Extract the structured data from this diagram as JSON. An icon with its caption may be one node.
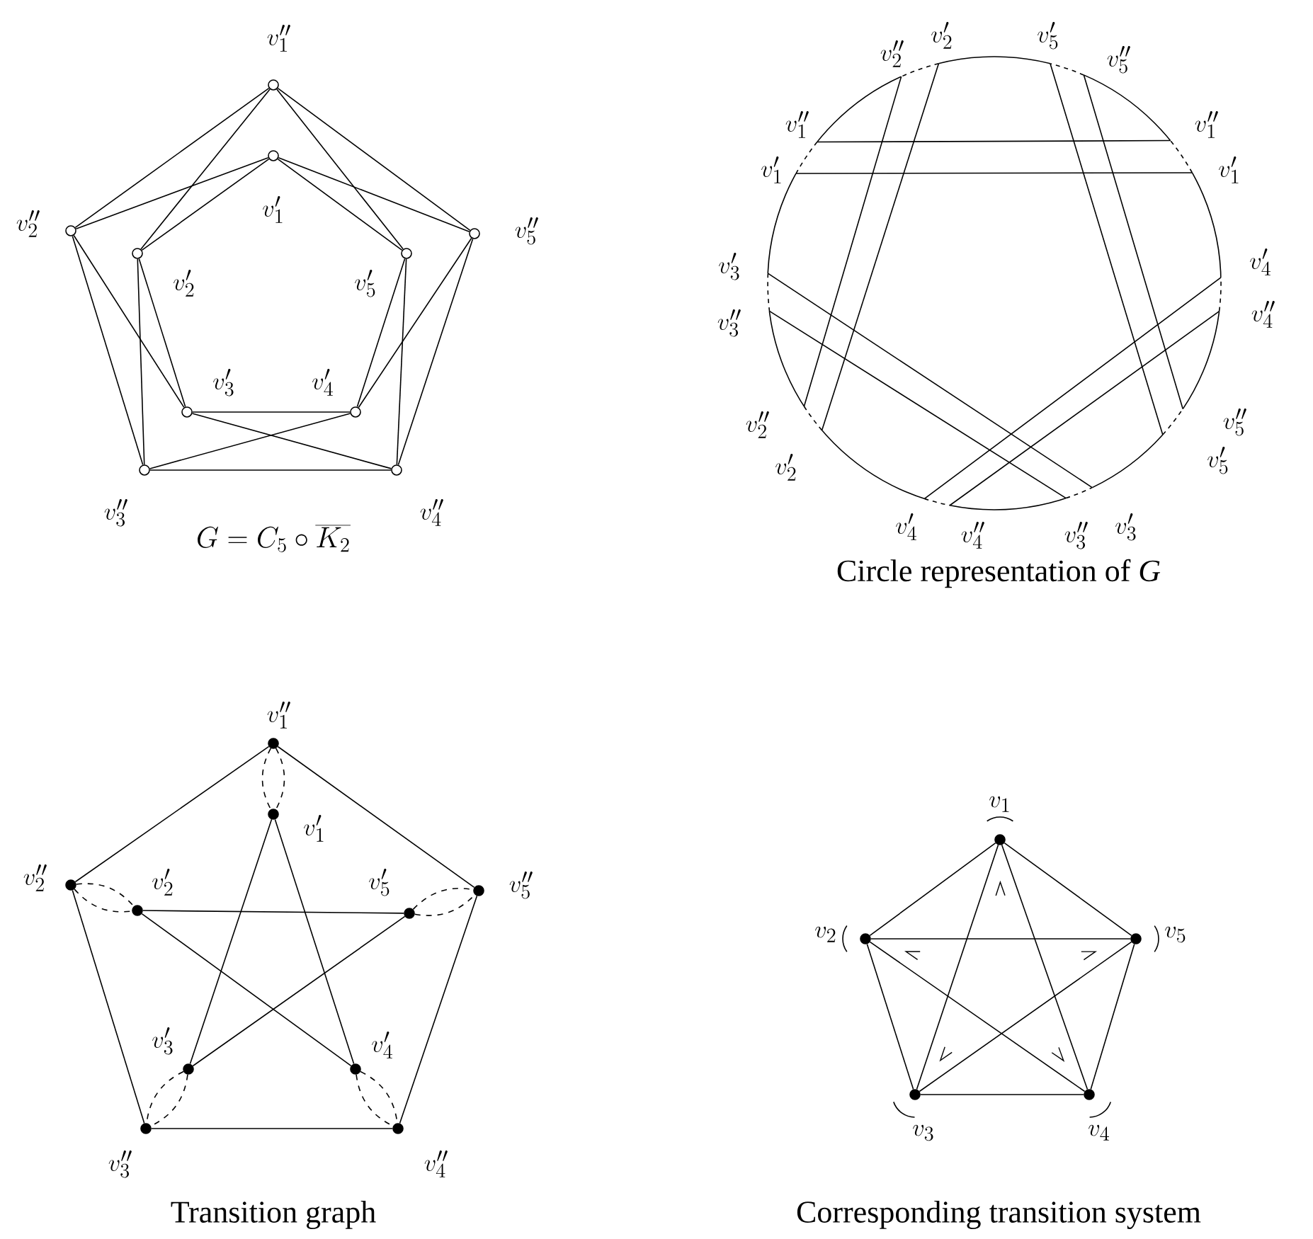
{
  "diagram": {
    "nodes": [
      {
        "text": [],
        "shape": "circle",
        "beside": [
          "v_1''"
        ]
      },
      {
        "text": [],
        "shape": "circle",
        "beside": [
          "v_1'"
        ]
      },
      {
        "text": [],
        "shape": "circle",
        "beside": [
          "v_2''"
        ]
      },
      {
        "text": [],
        "shape": "circle",
        "beside": [
          "v_2'"
        ]
      },
      {
        "text": [],
        "shape": "circle",
        "beside": [
          "v_5'"
        ]
      },
      {
        "text": [],
        "shape": "circle",
        "beside": [
          "v_5''"
        ]
      },
      {
        "text": [],
        "shape": "circle",
        "beside": [
          "v_3'"
        ]
      },
      {
        "text": [],
        "shape": "circle",
        "beside": [
          "v_4'"
        ]
      },
      {
        "text": [],
        "shape": "circle",
        "beside": [
          "v_3''"
        ]
      },
      {
        "text": [],
        "shape": "circle",
        "beside": [
          "v_4''"
        ]
      },
      {
        "text": [],
        "shape": "dot",
        "beside": [
          "v_1''"
        ]
      },
      {
        "text": [],
        "shape": "dot",
        "beside": [
          "v_1'"
        ]
      },
      {
        "text": [],
        "shape": "dot",
        "beside": [
          "v_2''"
        ]
      },
      {
        "text": [],
        "shape": "dot",
        "beside": [
          "v_2'"
        ]
      },
      {
        "text": [],
        "shape": "dot",
        "beside": [
          "v_5'"
        ]
      },
      {
        "text": [],
        "shape": "dot",
        "beside": [
          "v_5''"
        ]
      },
      {
        "text": [],
        "shape": "dot",
        "beside": [
          "v_3'"
        ]
      },
      {
        "text": [],
        "shape": "dot",
        "beside": [
          "v_4'"
        ]
      },
      {
        "text": [],
        "shape": "dot",
        "beside": [
          "v_3''"
        ]
      },
      {
        "text": [],
        "shape": "dot",
        "beside": [
          "v_4''"
        ]
      },
      {
        "text": [],
        "shape": "dot",
        "beside": [
          "v_1"
        ]
      },
      {
        "text": [],
        "shape": "dot",
        "beside": [
          "v_2"
        ]
      },
      {
        "text": [],
        "shape": "dot",
        "beside": [
          "v_5"
        ]
      },
      {
        "text": [],
        "shape": "dot",
        "beside": [
          "v_3"
        ]
      },
      {
        "text": [],
        "shape": "dot",
        "beside": [
          "v_4"
        ]
      }
    ],
    "edges": [
      {
        "from": 0,
        "to": 2,
        "arrow": "none"
      },
      {
        "from": 0,
        "to": 5,
        "arrow": "none"
      },
      {
        "from": 2,
        "to": 8,
        "arrow": "none"
      },
      {
        "from": 5,
        "to": 9,
        "arrow": "none"
      },
      {
        "from": 8,
        "to": 9,
        "arrow": "none"
      },
      {
        "from": 1,
        "to": 3,
        "arrow": "none"
      },
      {
        "from": 1,
        "to": 4,
        "arrow": "none"
      },
      {
        "from": 3,
        "to": 6,
        "arrow": "none"
      },
      {
        "from": 6,
        "to": 7,
        "arrow": "none"
      },
      {
        "from": 7,
        "to": 4,
        "arrow": "none"
      },
      {
        "from": 0,
        "to": 3,
        "arrow": "none"
      },
      {
        "from": 0,
        "to": 4,
        "arrow": "none"
      },
      {
        "from": 1,
        "to": 2,
        "arrow": "none"
      },
      {
        "from": 1,
        "to": 5,
        "arrow": "none"
      },
      {
        "from": 2,
        "to": 6,
        "arrow": "none"
      },
      {
        "from": 3,
        "to": 8,
        "arrow": "none"
      },
      {
        "from": 5,
        "to": 7,
        "arrow": "none"
      },
      {
        "from": 4,
        "to": 9,
        "arrow": "none"
      },
      {
        "from": 6,
        "to": 9,
        "arrow": "none"
      },
      {
        "from": 7,
        "to": 8,
        "arrow": "none"
      },
      {
        "from": 10,
        "to": 12,
        "arrow": "none"
      },
      {
        "from": 10,
        "to": 15,
        "arrow": "none"
      },
      {
        "from": 12,
        "to": 18,
        "arrow": "none"
      },
      {
        "from": 15,
        "to": 19,
        "arrow": "none"
      },
      {
        "from": 18,
        "to": 19,
        "arrow": "none"
      },
      {
        "from": 11,
        "to": 16,
        "arrow": "none"
      },
      {
        "from": 11,
        "to": 17,
        "arrow": "none"
      },
      {
        "from": 13,
        "to": 14,
        "arrow": "none"
      },
      {
        "from": 13,
        "to": 17,
        "arrow": "none"
      },
      {
        "from": 14,
        "to": 16,
        "arrow": "none"
      },
      {
        "from": 10,
        "to": 11,
        "arrow": "none",
        "style": "dashed"
      },
      {
        "from": 10,
        "to": 11,
        "arrow": "none",
        "style": "dashed"
      },
      {
        "from": 12,
        "to": 13,
        "arrow": "none",
        "style": "dashed"
      },
      {
        "from": 12,
        "to": 13,
        "arrow": "none",
        "style": "dashed"
      },
      {
        "from": 14,
        "to": 15,
        "arrow": "none",
        "style": "dashed"
      },
      {
        "from": 14,
        "to": 15,
        "arrow": "none",
        "style": "dashed"
      },
      {
        "from": 16,
        "to": 18,
        "arrow": "none",
        "style": "dashed"
      },
      {
        "from": 16,
        "to": 18,
        "arrow": "none",
        "style": "dashed"
      },
      {
        "from": 17,
        "to": 19,
        "arrow": "none",
        "style": "dashed"
      },
      {
        "from": 17,
        "to": 19,
        "arrow": "none",
        "style": "dashed"
      },
      {
        "from": 20,
        "to": 21,
        "arrow": "none"
      },
      {
        "from": 20,
        "to": 22,
        "arrow": "none"
      },
      {
        "from": 20,
        "to": 23,
        "arrow": "none"
      },
      {
        "from": 20,
        "to": 24,
        "arrow": "none"
      },
      {
        "from": 21,
        "to": 22,
        "arrow": "none"
      },
      {
        "from": 21,
        "to": 23,
        "arrow": "none"
      },
      {
        "from": 21,
        "to": 24,
        "arrow": "none"
      },
      {
        "from": 22,
        "to": 23,
        "arrow": "none"
      },
      {
        "from": 22,
        "to": 24,
        "arrow": "none"
      },
      {
        "from": 23,
        "to": 24,
        "arrow": "none"
      }
    ],
    "labels": [
      "v_2'",
      "v_5'",
      "v_2''",
      "v_5''",
      "v_1''",
      "v_1''",
      "v_1'",
      "v_1'",
      "v_3'",
      "v_4'",
      "v_3''",
      "v_4''",
      "v_2''",
      "v_5''",
      "v_2'",
      "v_5'",
      "v_4'",
      "v_4''",
      "v_3''",
      "v_3'",
      "G = C_5 \\circ \\overline{K_2}",
      "Circle representation of *G*",
      "Transition graph",
      "Corresponding transition system"
    ]
  }
}
